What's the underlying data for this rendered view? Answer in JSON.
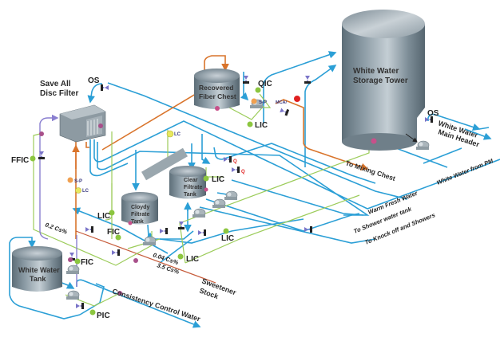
{
  "diagram": {
    "title": "White Water System Process Diagram",
    "equipment": {
      "save_all": {
        "line1": "Save All",
        "line2": "Disc Filter"
      },
      "recovered_fiber": {
        "line1": "Recovered",
        "line2": "Fiber Chest"
      },
      "storage_tower": {
        "line1": "White Water",
        "line2": "Storage Tower"
      },
      "clear_filtrate": {
        "line1": "Clear",
        "line2": "Filtrate",
        "line3": "Tank"
      },
      "cloudy_filtrate": {
        "line1": "Cloydy",
        "line2": "Filtrate",
        "line3": "Tank"
      },
      "white_water_tank": {
        "line1": "White Water",
        "line2": "Tank"
      }
    },
    "instruments": {
      "os_top": "OS",
      "os_right": "OS",
      "qic": "QIC",
      "lic_fiber": "LIC",
      "sp_fiber": "S-P",
      "mca": "MCA/",
      "lc_mid": "LC",
      "ffic": "FFIC",
      "sp_left": "S-P",
      "lc_left": "LC",
      "lic_left": "LIC",
      "fic_mid": "FIC",
      "fic_low": "FIC",
      "lic_clear": "LIC",
      "lic_right": "LIC",
      "lic_bottom": "LIC",
      "pic": "PIC"
    },
    "streams": {
      "white_water_main_header": {
        "line1": "White Water",
        "line2": "Main Header"
      },
      "to_mixing_chest": "To Mixing Chest",
      "white_water_from_pm": "White Water from PM",
      "warm_fresh_water": "Warm Fresh Water",
      "to_shower_tank": "To Shower water tank",
      "to_knock_off": "To Knock off and Showers",
      "sweetener_stock": {
        "line1": "Sweetener",
        "line2": "Stock"
      },
      "consistency_control_water": "Consistency Control Water"
    },
    "consistencies": {
      "c1": "0.2 Cs%",
      "c2": "0.04 Cs%",
      "c3": "3.5 Cs%"
    },
    "colors": {
      "water_line": "#2b9fd6",
      "stock_line": "#d9742b",
      "signal_line": "#9ccc5a",
      "purple_line": "#8a7fd0",
      "controller": "#8cc63f",
      "transmitter": "#a8508a",
      "setpoint": "#f0a050",
      "lc": "#e8e860",
      "mca_dot": "#e02020"
    }
  }
}
